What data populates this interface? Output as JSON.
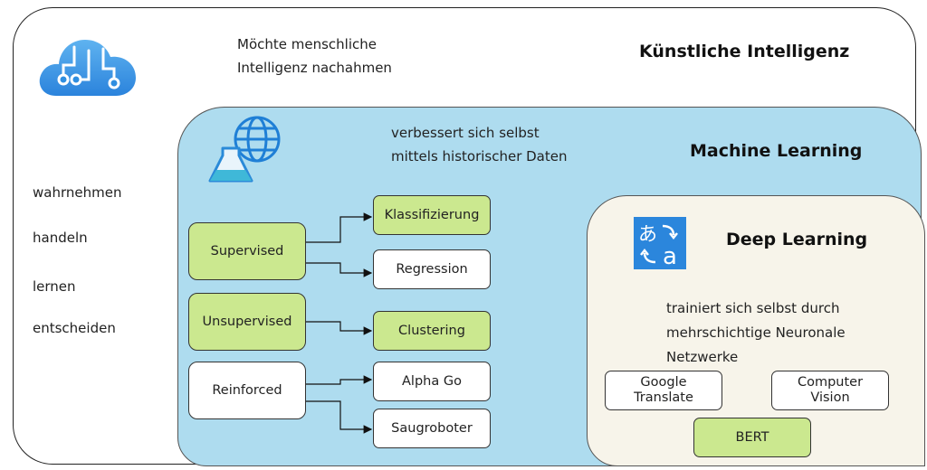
{
  "ai": {
    "title": "Künstliche Intelligenz",
    "description": [
      "Möchte menschliche",
      "Intelligenz nachahmen"
    ],
    "capabilities": [
      "wahrnehmen",
      "handeln",
      "lernen",
      "entscheiden"
    ],
    "icon": "cloud-circuit-icon"
  },
  "ml": {
    "title": "Machine Learning",
    "description": [
      "verbessert sich selbst",
      "mittels historischer Daten"
    ],
    "icon": "globe-flask-icon",
    "categories": [
      {
        "label": "Supervised",
        "subtypes": [
          "Klassifizierung",
          "Regression"
        ]
      },
      {
        "label": "Unsupervised",
        "subtypes": [
          "Clustering"
        ]
      },
      {
        "label": "Reinforced",
        "subtypes": [
          "Alpha Go",
          "Saugroboter"
        ]
      }
    ]
  },
  "dl": {
    "title": "Deep Learning",
    "description": [
      "trainiert sich selbst durch",
      "mehrschichtige Neuronale",
      "Netzwerke"
    ],
    "icon": "translate-icon",
    "icon_glyphs": [
      "あ",
      "a"
    ],
    "examples": [
      "Google\nTranslate",
      "Computer\nVision",
      "BERT"
    ]
  },
  "colors": {
    "ml_background": "#aedcef",
    "dl_background": "#f7f4ea",
    "highlight_green": "#cbe88f",
    "icon_blue": "#2f8ee0"
  }
}
